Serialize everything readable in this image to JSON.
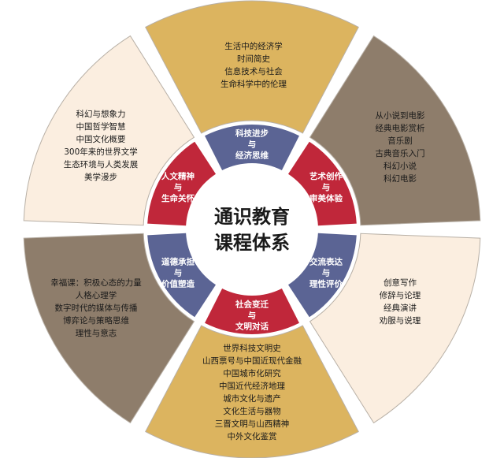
{
  "center": {
    "line1": "通识教育",
    "line2": "课程体系"
  },
  "colors": {
    "gold": "#dcb45f",
    "brown": "#8e7d6b",
    "cream": "#fbeee0",
    "red": "#c0273a",
    "blue": "#5b6494",
    "outline": "#b8b0a6"
  },
  "categories": [
    {
      "lines": [
        "科技进步",
        "与",
        "经济思维"
      ],
      "color": "blue"
    },
    {
      "lines": [
        "艺术创作",
        "与",
        "审美体验"
      ],
      "color": "red"
    },
    {
      "lines": [
        "交流表达",
        "与",
        "理性评价"
      ],
      "color": "blue"
    },
    {
      "lines": [
        "社会变迁",
        "与",
        "文明对话"
      ],
      "color": "red"
    },
    {
      "lines": [
        "道德承担",
        "与",
        "价值塑造"
      ],
      "color": "blue"
    },
    {
      "lines": [
        "人文精神",
        "与",
        "生命关怀"
      ],
      "color": "red"
    }
  ],
  "course_groups": [
    {
      "color": "gold",
      "courses": [
        "生活中的经济学",
        "时间简史",
        "信息技术与社会",
        "生命科学中的伦理"
      ]
    },
    {
      "color": "brown",
      "courses": [
        "从小说到电影",
        "经典电影赏析",
        "音乐剧",
        "古典音乐入门",
        "科幻小说",
        "科幻电影"
      ]
    },
    {
      "color": "cream",
      "courses": [
        "创意写作",
        "修辞与论理",
        "经典演讲",
        "劝服与说理"
      ]
    },
    {
      "color": "gold",
      "courses": [
        "世界科技文明史",
        "山西票号与中国近现代金融",
        "中国城市化研究",
        "中国近代经济地理",
        "城市文化与遗产",
        "文化生活与器物",
        "三晋文明与山西精神",
        "中外文化鉴赏"
      ]
    },
    {
      "color": "brown",
      "courses": [
        "幸福课：积极心态的力量",
        "人格心理学",
        "数字时代的媒体与传播",
        "博弈论与策略思维",
        "理性与意志"
      ]
    },
    {
      "color": "cream",
      "courses": [
        "科幻与想象力",
        "中国哲学智慧",
        "中国文化概要",
        "300年来的世界文学",
        "生态环境与人类发展",
        "美学漫步"
      ]
    }
  ]
}
